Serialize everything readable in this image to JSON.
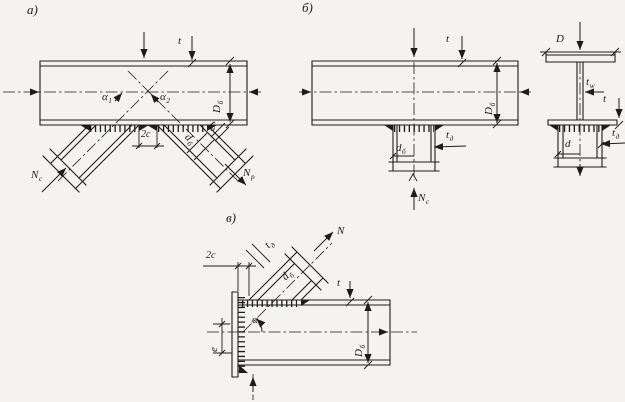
{
  "sheet": {
    "background": "#f4f3f0",
    "ink": "#1c1c1c",
    "description": "Line drawing of three welded truss joint details: a) K-joint with two diagonals, b) T-joint with vertical member plus cross-section view, v) support joint with end plate and diagonal"
  },
  "tags": {
    "a": "а)",
    "b": "б)",
    "v": "в)"
  },
  "symbols": {
    "t": "t",
    "D": "D",
    "d": "d",
    "N": "N",
    "e": "e",
    "two_c": "2c",
    "alpha": "α",
    "t_d": {
      "base": "t",
      "sub": "д"
    },
    "t_w": {
      "base": "t",
      "sub": "w"
    },
    "D_b": {
      "base": "D",
      "sub": "б"
    },
    "d_b": {
      "base": "d",
      "sub": "б"
    },
    "N_c": {
      "base": "N",
      "sub": "с"
    },
    "N_p": {
      "base": "N",
      "sub": "р"
    },
    "alpha_1": {
      "base": "α",
      "sub": "1"
    },
    "alpha_2": {
      "base": "α",
      "sub": "2"
    }
  }
}
